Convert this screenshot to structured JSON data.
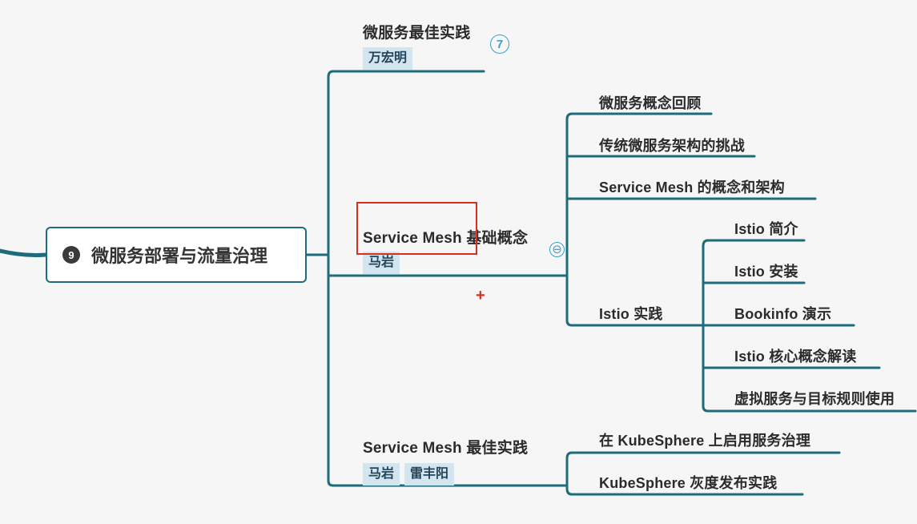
{
  "root": {
    "badge": "9",
    "title": "微服务部署与流量治理"
  },
  "branches": {
    "b1": {
      "title": "微服务最佳实践",
      "tags": [
        "万宏明"
      ],
      "count": "7"
    },
    "b2": {
      "title": "Service Mesh 基础概念",
      "tags": [
        "马岩"
      ],
      "collapse": "⊖",
      "children": [
        "微服务概念回顾",
        "传统微服务架构的挑战",
        "Service Mesh 的概念和架构",
        "Istio 实践"
      ],
      "istio": [
        "Istio 简介",
        "Istio 安装",
        "Bookinfo 演示",
        "Istio 核心概念解读",
        "虚拟服务与目标规则使用"
      ]
    },
    "b3": {
      "title": "Service Mesh 最佳实践",
      "tags": [
        "马岩",
        "雷丰阳"
      ],
      "children": [
        "在 KubeSphere 上启用服务治理",
        "KubeSphere 灰度发布实践"
      ]
    }
  },
  "cursor": "+",
  "colors": {
    "line": "#1e6b7b",
    "accent": "#3ba0c7",
    "highlight": "#d7301f",
    "tag_bg": "#d3e5ee"
  }
}
